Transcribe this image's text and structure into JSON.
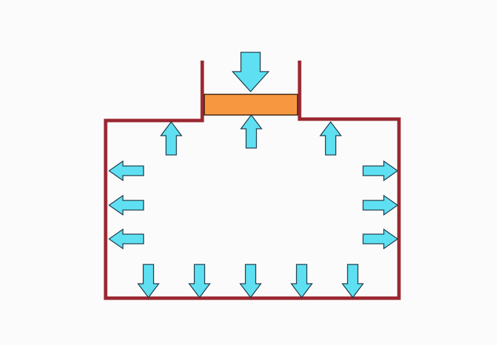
{
  "diagram": {
    "colors": {
      "background": "#fbfbfb",
      "container": "#9a2731",
      "piston": "#f7973f",
      "arrow_fill": "#5ee0f2",
      "arrow_stroke": "#1f3b4a"
    },
    "arrows": {
      "applied_force": "down",
      "piston_reaction": "up",
      "top_wall": [
        "up",
        "up"
      ],
      "left_wall": [
        "left",
        "left",
        "left"
      ],
      "right_wall": [
        "right",
        "right",
        "right"
      ],
      "bottom_wall": [
        "down",
        "down",
        "down",
        "down",
        "down"
      ]
    }
  }
}
